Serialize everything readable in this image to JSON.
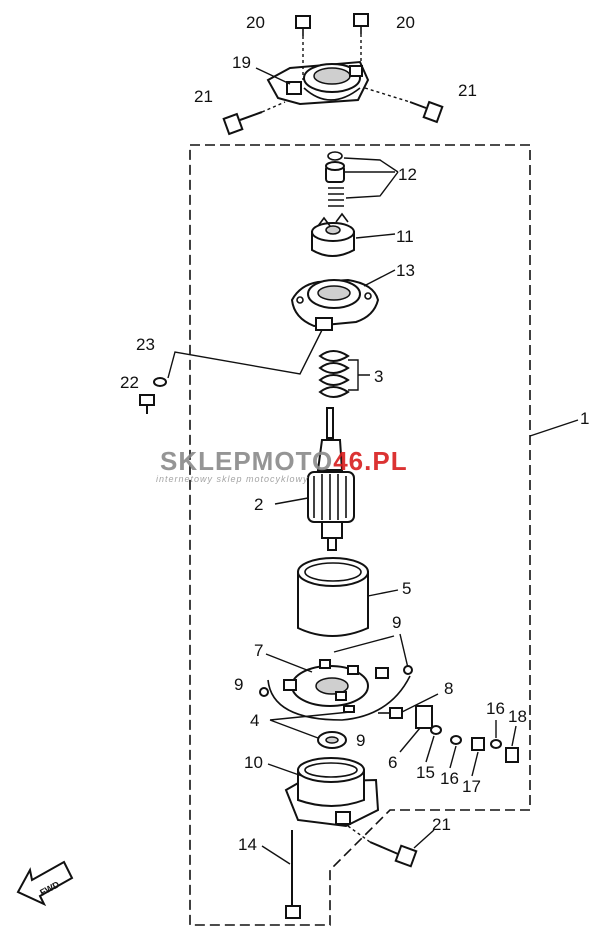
{
  "callouts": {
    "c1": "1",
    "c2": "2",
    "c3": "3",
    "c4": "4",
    "c5": "5",
    "c6": "6",
    "c7": "7",
    "c8": "8",
    "c9a": "9",
    "c9b": "9",
    "c9c": "9",
    "c10": "10",
    "c11": "11",
    "c12": "12",
    "c13": "13",
    "c14": "14",
    "c15": "15",
    "c16a": "16",
    "c16b": "16",
    "c17": "17",
    "c18": "18",
    "c19": "19",
    "c20a": "20",
    "c20b": "20",
    "c21a": "21",
    "c21b": "21",
    "c21c": "21",
    "c22": "22",
    "c23": "23"
  },
  "watermark": {
    "brand_left": "SKLEPMOTO",
    "brand_right": "46.PL",
    "tagline": "internetowy sklep motocyklowy",
    "color_grey": "#8a8a8a",
    "color_red": "#d81e1e"
  },
  "fwd_label": "FWD"
}
